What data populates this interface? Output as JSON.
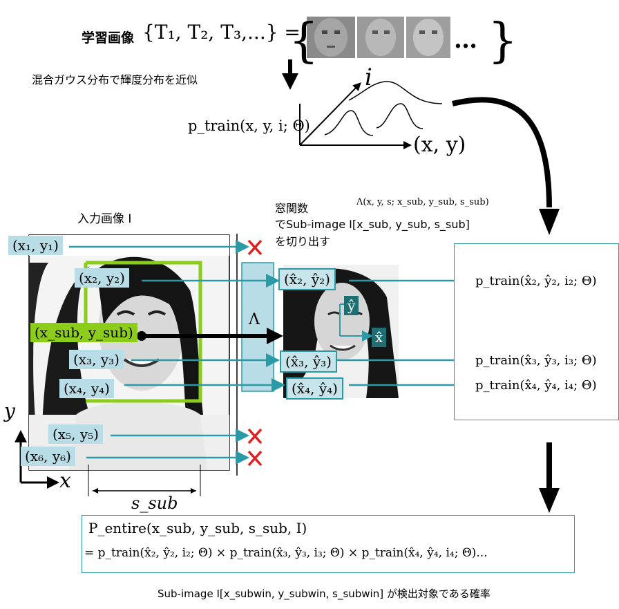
{
  "top": {
    "title_jp": "学習画像",
    "set_expr": "{T₁, T₂, T₃,...} =",
    "ellipsis": "…",
    "mixture_text": "混合ガウス分布で輝度分布を近似",
    "ptrain_label": "p_train(x, y, i; Θ)",
    "axis_i": "i",
    "axis_xy": "(x, y)"
  },
  "left": {
    "input_title": "入力画像 I",
    "p1": "(x₁, y₁)",
    "p2": "(x₂, y₂)",
    "psub": "(x_sub, y_sub)",
    "p3": "(x₃, y₃)",
    "p4": "(x₄, y₄)",
    "p5": "(x₅, y₅)",
    "p6": "(x₆, y₆)",
    "axis_y": "y",
    "axis_x": "x",
    "ssub": "s_sub"
  },
  "window": {
    "desc_line1": "窓関数",
    "lambda_expr": "Λ(x, y, s; x_sub, y_sub, s_sub)",
    "desc_line2": "でSub-image I[x_sub, y_sub, s_sub]",
    "desc_line3": "を切り出す",
    "lambda": "Λ",
    "hp2": "(x̂₂, ŷ₂)",
    "hp3": "(x̂₃, ŷ₃)",
    "hp4": "(x̂₄, ŷ₄)",
    "yhat": "ŷ",
    "xhat": "x̂"
  },
  "right": {
    "e2": "p_train(x̂₂, ŷ₂, i₂; Θ)",
    "e3": "p_train(x̂₃, ŷ₃, i₃; Θ)",
    "e4": "p_train(x̂₄, ŷ₄, i₄; Θ)"
  },
  "bottom": {
    "line1": "P_entire(x_sub, y_sub, s_sub, I)",
    "line2": "= p_train(x̂₂, ŷ₂, i₂; Θ) × p_train(x̂₃, ŷ₃, i₃; Θ) × p_train(x̂₄, ŷ₄, i₄; Θ)...",
    "caption": "Sub-image I[x_subwin, y_subwin, s_subwin] が検出対象である確率"
  },
  "colors": {
    "teal": "#2a9aa6",
    "label_bg": "#b9dde6",
    "green": "#8ccc1a",
    "cross": "#e02020"
  }
}
